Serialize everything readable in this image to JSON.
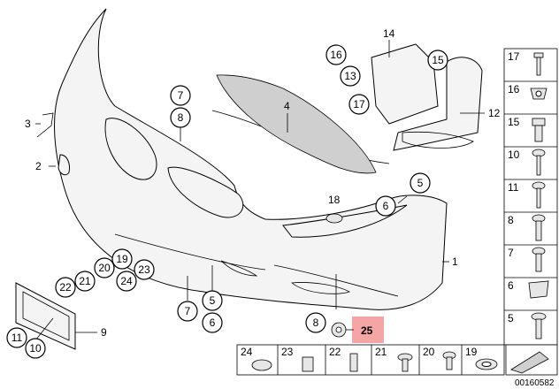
{
  "callouts": {
    "c1": "1",
    "c2": "2",
    "c3": "3",
    "c4": "4",
    "c5a": "5",
    "c5b": "5",
    "c6a": "6",
    "c6b": "6",
    "c7a": "7",
    "c7b": "7",
    "c8a": "8",
    "c8b": "8",
    "c9": "9",
    "c10": "10",
    "c11": "11",
    "c12": "12",
    "c13": "13",
    "c14": "14",
    "c15": "15",
    "c16": "16",
    "c17": "17",
    "c18": "18",
    "c19": "19",
    "c20": "20",
    "c21": "21",
    "c22": "22",
    "c23": "23",
    "c24": "24",
    "c25": "25"
  },
  "side_panel": [
    "17",
    "16",
    "15",
    "10",
    "11",
    "8",
    "7",
    "6",
    "5"
  ],
  "bottom_row": [
    "24",
    "23",
    "22",
    "21",
    "20",
    "19"
  ],
  "diagram_id": "00160582",
  "colors": {
    "highlight": "#f4a6a6",
    "line": "#000000",
    "fill": "#f4f4f4"
  }
}
